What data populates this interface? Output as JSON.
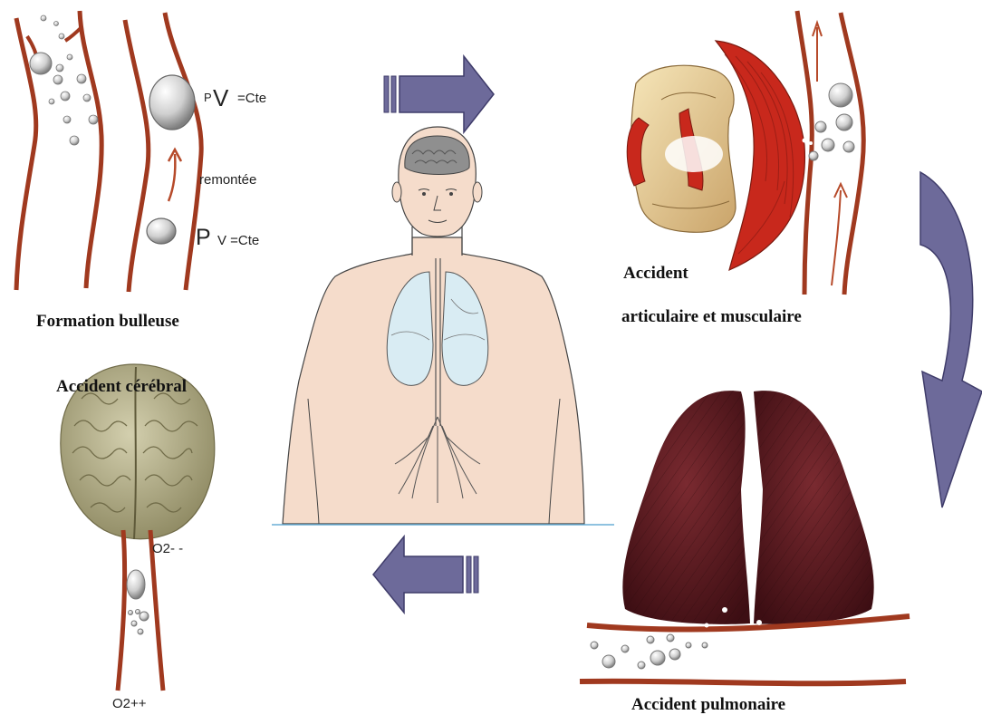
{
  "labels": {
    "formation": "Formation bulleuse",
    "pv_top_p": "P",
    "pv_top_v": "V",
    "pv_top_cte": "=Cte",
    "remontee": "remontée",
    "pv_bottom_p": "P",
    "pv_bottom_cte": "V =Cte",
    "accident_artic_1": "Accident",
    "accident_artic_2": "articulaire et musculaire",
    "accident_cerebral": "Accident cérébral",
    "o2_minus": "O2- -",
    "o2_plus": "O2++",
    "accident_pulm": "Accident pulmonaire"
  },
  "colors": {
    "vessel": "#a0391f",
    "arrow": "#6d6a9a",
    "arrow_edge": "#3f3c6a",
    "lung_tissue": "#5a1a1f",
    "brain": "#b6b08a",
    "muscle": "#c8281c",
    "skin": "#f5dccb",
    "lung_fill": "#d9ecf3",
    "ground_line": "#6aaed6"
  }
}
